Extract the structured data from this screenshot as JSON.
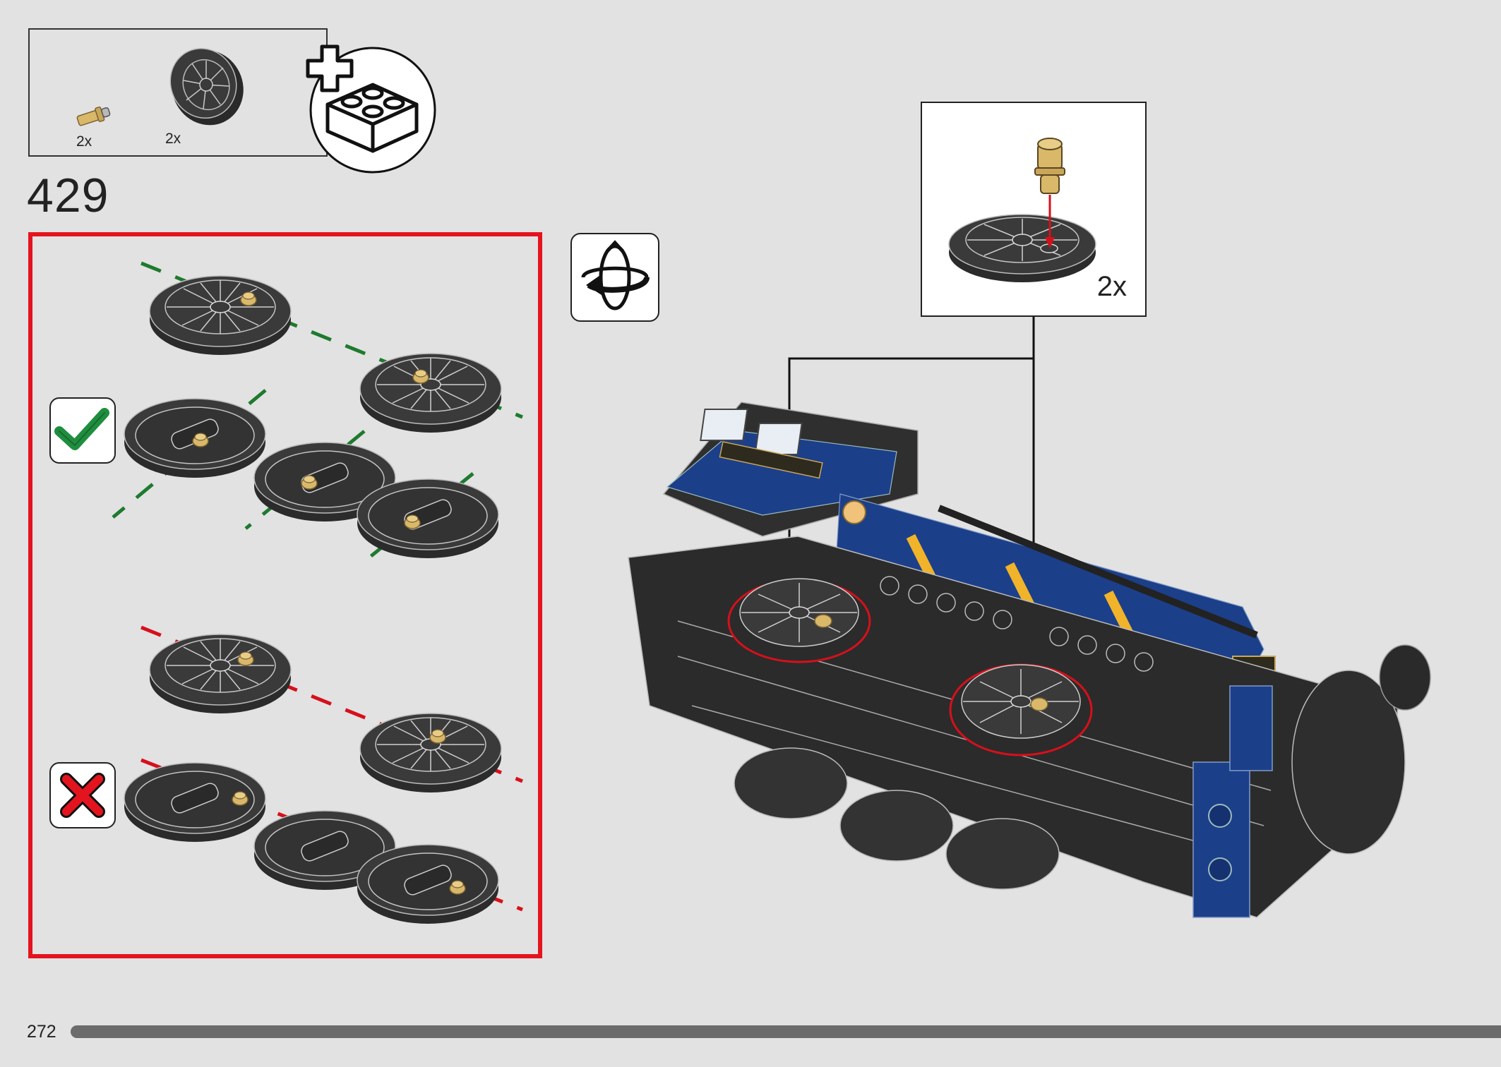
{
  "page": {
    "number": "272",
    "step_number": "429",
    "progress_fraction": 0.98
  },
  "parts_list": {
    "items": [
      {
        "name": "pin-icon",
        "quantity": "2x"
      },
      {
        "name": "spoked-wheel-icon",
        "quantity": "2x"
      }
    ],
    "add_icon": "subassembly-plus-brick-icon"
  },
  "callout": {
    "quantity": "2x",
    "icon": "wheel-with-pin-icon"
  },
  "orientation_icon": "rotate-model-icon",
  "comparison": {
    "correct_icon": "checkmark-icon",
    "incorrect_icon": "cross-icon"
  },
  "colors": {
    "background": "#e2e2e2",
    "frame_red": "#e4141e",
    "check_green": "#1e8e3e",
    "guide_green": "#1e7a2e",
    "guide_red": "#d6101b",
    "train_blue": "#1c3f8a",
    "stripe_yellow": "#f0b32a",
    "tan_pin": "#d9b86a",
    "dark_part": "#2d2d2d"
  }
}
